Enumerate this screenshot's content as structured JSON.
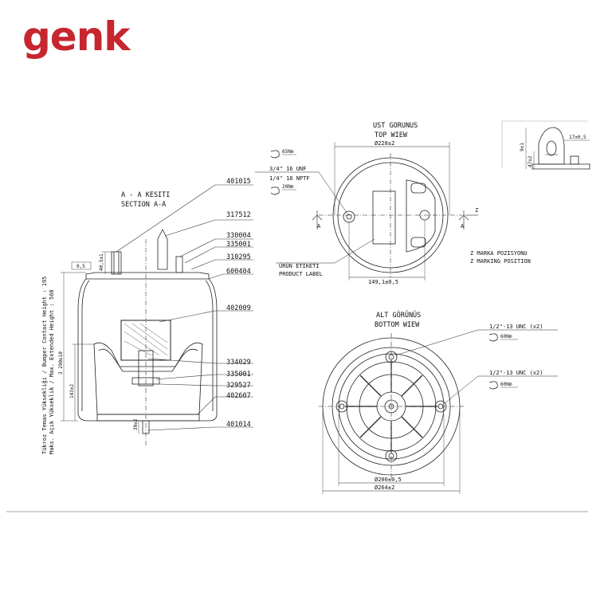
{
  "brand": {
    "logo": "genk",
    "color": "#c6262e"
  },
  "section": {
    "title_tr": "A - A KESITI",
    "title_en": "SECTION A-A"
  },
  "part_numbers": [
    "401015",
    "317512",
    "330004",
    "335001",
    "310295",
    "600404",
    "402009",
    "334029",
    "335001",
    "329527",
    "402607",
    "401014"
  ],
  "section_dims": {
    "top_flatness": "0,5",
    "stud_height": "40,5±1",
    "overall": "3  290±10",
    "inner_height": "143±2",
    "pin_length": "30±2"
  },
  "vertical_note": {
    "line1": "Tükroz Temas Yüksekliği / Bumper Contact Height : 195",
    "line2": "Maks. Açık Yükseklik / Max. Extended Height : 560"
  },
  "top_view": {
    "title_tr": "UST GORUNUS",
    "title_en": "TOP WIEW",
    "diameter": "Ø228±2",
    "fitting_1": "3/4\" 16 UNF",
    "torque_1": "65Nm",
    "fitting_2": "1/4\" 18 NPTF",
    "torque_2": "20Nm",
    "label_tr": "ÜRÜN ETIKETI",
    "label_en": "PRODUCT LABEL",
    "width_dim": "149,1±0,5",
    "marker_z": "Z",
    "marker_a": "A",
    "marking_tr": "Z MARKA POZISYONU",
    "marking_en": "Z MARKING POSITION"
  },
  "detail": {
    "dim_h": "9±1",
    "dim_h2": "47±2",
    "dim_w": "17±0,5"
  },
  "bottom_view": {
    "title_tr": "ALT GÖRÜNÜS",
    "title_en": "BOTTOM WIEW",
    "thread_1": "1/2\"-13 UNC (x2)",
    "torque_1": "60Nm",
    "thread_2": "1/2\"-13 UNC (x2)",
    "torque_2": "60Nm",
    "dia_inner": "Ø200±0,5",
    "dia_outer": "Ø264±2"
  }
}
